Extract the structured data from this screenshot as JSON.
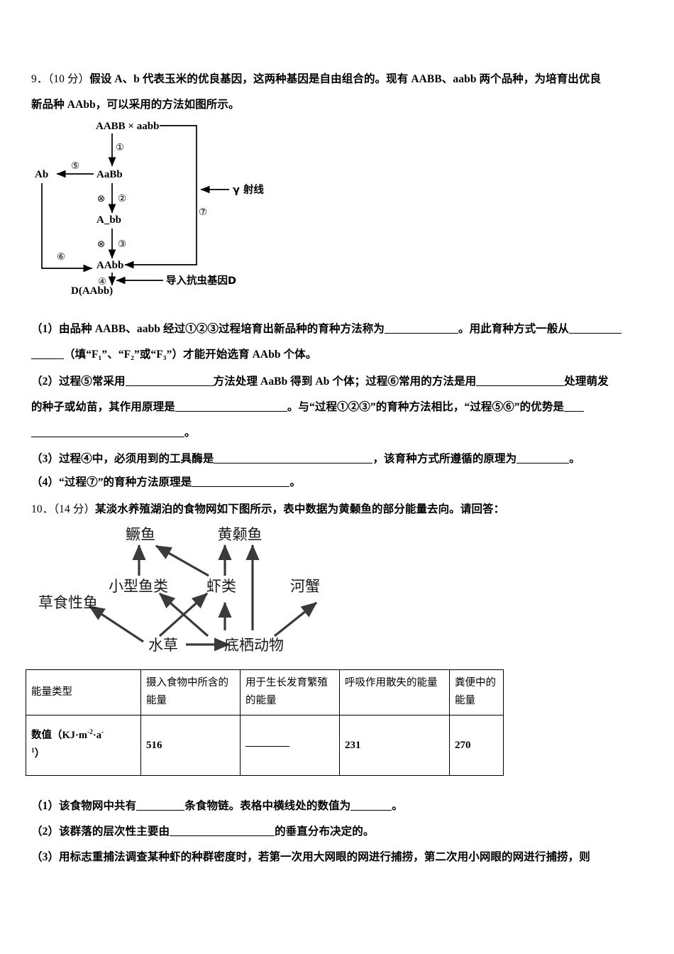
{
  "question9": {
    "number": "9．",
    "score": "（10 分）",
    "stem_line1_a": "假设 A、b 代表玉米的优良基因，这两种基因是自由组合的。现有 AABB、aabb 两个品种，为培育出优良",
    "stem_line2": "新品种 AAbb，可以采用的方法如图所示。",
    "diagram": {
      "nodes": {
        "parents": "AABB  ×  aabb",
        "f1": "AaBb",
        "f2": "A_bb",
        "f3": "AAbb",
        "gamete": "Ab",
        "transgenic": "D(AAbb)"
      },
      "steps": {
        "s1": "①",
        "s2": "②",
        "s3": "③",
        "s4": "④",
        "s5": "⑤",
        "s6": "⑥",
        "s7": "⑦"
      },
      "selfing_symbol": "⊗",
      "labels": {
        "gamma": "γ 射线",
        "gene_d": "导入抗虫基因D"
      }
    },
    "sub1": {
      "prefix": "（1）由品种 AABB、aabb 经过①②③过程培育出新品种的育种方法称为",
      "mid": "。用此育种方式一般从",
      "line2": "（填“F₁”、“F₂”或“F₃”）才能开始选育 AAbb 个体。"
    },
    "sub2": {
      "prefix": "（2）过程⑤常采用",
      "mid1": "方法处理 AaBb 得到 Ab 个体；过程⑥常用的方法是用",
      "mid2": "处理萌发",
      "line2_a": "的种子或幼苗，其作用原理是",
      "line2_b": "。与“过程①②③”的育种方法相比，“过程⑤⑥”的优势是",
      "line3": "。"
    },
    "sub3": {
      "prefix": "（3）过程④中，必须用到的工具酶是",
      "mid": "，该育种方式所遵循的原理为",
      "end": "。"
    },
    "sub4": {
      "prefix": "（4）“过程⑦”的育种方法原理是",
      "end": "。"
    }
  },
  "question10": {
    "number": "10．",
    "score": "（14 分）",
    "stem": "某淡水养殖湖泊的食物网如下图所示，表中数据为黄颡鱼的部分能量去向。请回答：",
    "food_web": {
      "nodes": [
        {
          "id": "guiyu",
          "label": "鳜鱼"
        },
        {
          "id": "huangsang",
          "label": "黄颡鱼"
        },
        {
          "id": "xiaoxing",
          "label": "小型鱼类"
        },
        {
          "id": "xialei",
          "label": "虾类"
        },
        {
          "id": "hexie",
          "label": "河蟹"
        },
        {
          "id": "caoshi",
          "label": "草食性鱼"
        },
        {
          "id": "shuicao",
          "label": "水草"
        },
        {
          "id": "dixi",
          "label": "底栖动物"
        }
      ],
      "edges": [
        {
          "from": "xiaoxing",
          "to": "guiyu"
        },
        {
          "from": "xialei",
          "to": "guiyu"
        },
        {
          "from": "xialei",
          "to": "huangsang"
        },
        {
          "from": "dixi",
          "to": "huangsang"
        },
        {
          "from": "dixi",
          "to": "xiaoxing"
        },
        {
          "from": "dixi",
          "to": "xialei"
        },
        {
          "from": "dixi",
          "to": "hexie"
        },
        {
          "from": "shuicao",
          "to": "xialei"
        },
        {
          "from": "shuicao",
          "to": "dixi"
        },
        {
          "from": "shuicao",
          "to": "caoshi"
        }
      ]
    },
    "table": {
      "headers": [
        "能量类型",
        "摄入食物中所含的能量",
        "用于生长发育繁殖的能量",
        "呼吸作用散失的能量",
        "粪便中的能量"
      ],
      "row_label_line1": "数值（KJ·m",
      "row_label_sup1": "-2",
      "row_label_mid": "·a",
      "row_label_sup2": "-",
      "row_label_line2_sup": "1",
      "row_label_line2": "）",
      "values": [
        "516",
        "",
        "231",
        "270"
      ]
    },
    "sub1": {
      "prefix": "（1）该食物网中共有",
      "mid": "条食物链。表格中横线处的数值为",
      "end": "。"
    },
    "sub2": {
      "prefix": "（2）该群落的层次性主要由",
      "end": "的垂直分布决定的。"
    },
    "sub3": {
      "text": "（3）用标志重捕法调查某种虾的种群密度时，若第一次用大网眼的网进行捕捞，第二次用小网眼的网进行捕捞，则"
    }
  }
}
